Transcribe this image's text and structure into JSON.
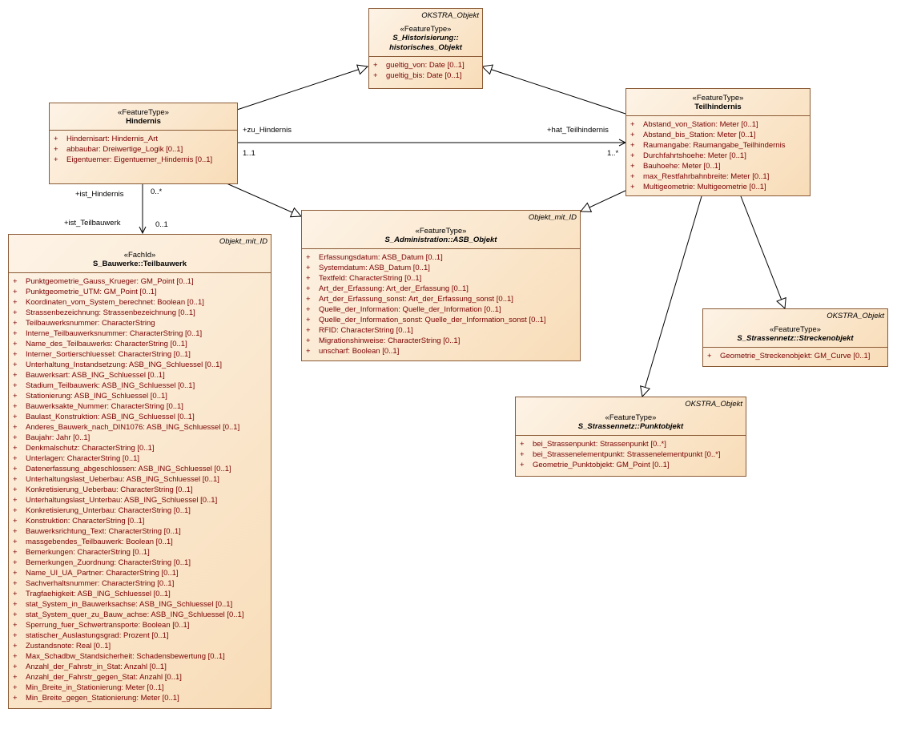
{
  "classes": {
    "hist": {
      "parent": "OKSTRA_Objekt",
      "stereotype": "«FeatureType»",
      "name_line1": "S_Historisierung::",
      "name_line2": "historisches_Objekt",
      "attributes": [
        "gueltig_von: Date [0..1]",
        "gueltig_bis: Date [0..1]"
      ]
    },
    "hindernis": {
      "stereotype": "«FeatureType»",
      "name": "Hindernis",
      "attributes": [
        "Hindernisart: Hindernis_Art",
        "abbaubar: Dreiwertige_Logik [0..1]",
        "Eigentuemer: Eigentuemer_Hindernis [0..1]"
      ]
    },
    "teilhindernis": {
      "stereotype": "«FeatureType»",
      "name": "Teilhindernis",
      "attributes": [
        "Abstand_von_Station: Meter [0..1]",
        "Abstand_bis_Station: Meter [0..1]",
        "Raumangabe: Raumangabe_Teilhindernis",
        "Durchfahrtshoehe: Meter [0..1]",
        "Bauhoehe: Meter [0..1]",
        "max_Restfahrbahnbreite: Meter [0..1]",
        "Multigeometrie: Multigeometrie [0..1]"
      ]
    },
    "asb": {
      "parent": "Objekt_mit_ID",
      "stereotype": "«FeatureType»",
      "name": "S_Administration::ASB_Objekt",
      "attributes": [
        "Erfassungsdatum: ASB_Datum [0..1]",
        "Systemdatum: ASB_Datum [0..1]",
        "Textfeld: CharacterString [0..1]",
        "Art_der_Erfassung: Art_der_Erfassung [0..1]",
        "Art_der_Erfassung_sonst: Art_der_Erfassung_sonst [0..1]",
        "Quelle_der_Information: Quelle_der_Information [0..1]",
        "Quelle_der_Information_sonst: Quelle_der_Information_sonst [0..1]",
        "RFID: CharacterString [0..1]",
        "Migrationshinweise: CharacterString [0..1]",
        "unscharf: Boolean [0..1]"
      ]
    },
    "teilbauwerk": {
      "parent": "Objekt_mit_ID",
      "stereotype": "«FachId»",
      "name": "S_Bauwerke::Teilbauwerk",
      "attributes": [
        "Punktgeometrie_Gauss_Krueger: GM_Point [0..1]",
        "Punktgeometrie_UTM: GM_Point [0..1]",
        "Koordinaten_vom_System_berechnet: Boolean [0..1]",
        "Strassenbezeichnung: Strassenbezeichnung [0..1]",
        "Teilbauwerksnummer: CharacterString",
        "Interne_Teilbauwerksnummer: CharacterString [0..1]",
        "Name_des_Teilbauwerks: CharacterString [0..1]",
        "Interner_Sortierschluessel: CharacterString [0..1]",
        "Unterhaltung_Instandsetzung: ASB_ING_Schluessel [0..1]",
        "Bauwerksart: ASB_ING_Schluessel [0..1]",
        "Stadium_Teilbauwerk: ASB_ING_Schluessel [0..1]",
        "Stationierung: ASB_ING_Schluessel [0..1]",
        "Bauwerksakte_Nummer: CharacterString [0..1]",
        "Baulast_Konstruktion: ASB_ING_Schluessel [0..1]",
        "Anderes_Bauwerk_nach_DIN1076: ASB_ING_Schluessel [0..1]",
        "Baujahr: Jahr [0..1]",
        "Denkmalschutz: CharacterString [0..1]",
        "Unterlagen: CharacterString [0..1]",
        "Datenerfassung_abgeschlossen: ASB_ING_Schluessel [0..1]",
        "Unterhaltungslast_Ueberbau: ASB_ING_Schluessel [0..1]",
        "Konkretisierung_Ueberbau: CharacterString [0..1]",
        "Unterhaltungslast_Unterbau: ASB_ING_Schluessel [0..1]",
        "Konkretisierung_Unterbau: CharacterString [0..1]",
        "Konstruktion: CharacterString [0..1]",
        "Bauwerksrichtung_Text: CharacterString [0..1]",
        "massgebendes_Teilbauwerk: Boolean [0..1]",
        "Bemerkungen: CharacterString [0..1]",
        "Bemerkungen_Zuordnung: CharacterString [0..1]",
        "Name_UI_UA_Partner: CharacterString [0..1]",
        "Sachverhaltsnummer: CharacterString [0..1]",
        "Tragfaehigkeit: ASB_ING_Schluessel [0..1]",
        "stat_System_in_Bauwerksachse: ASB_ING_Schluessel [0..1]",
        "stat_System_quer_zu_Bauw_achse: ASB_ING_Schluessel [0..1]",
        "Sperrung_fuer_Schwertransporte: Boolean [0..1]",
        "statischer_Auslastungsgrad: Prozent [0..1]",
        "Zustandsnote: Real [0..1]",
        "Max_Schadbw_Standsicherheit: Schadensbewertung [0..1]",
        "Anzahl_der_Fahrstr_in_Stat: Anzahl [0..1]",
        "Anzahl_der_Fahrstr_gegen_Stat: Anzahl [0..1]",
        "Min_Breite_in_Stationierung: Meter [0..1]",
        "Min_Breite_gegen_Stationierung: Meter [0..1]"
      ]
    },
    "strecke": {
      "parent": "OKSTRA_Objekt",
      "stereotype": "«FeatureType»",
      "name": "S_Strassennetz::Streckenobjekt",
      "attributes": [
        "Geometrie_Streckenobjekt: GM_Curve [0..1]"
      ]
    },
    "punkt": {
      "parent": "OKSTRA_Objekt",
      "stereotype": "«FeatureType»",
      "name": "S_Strassennetz::Punktobjekt",
      "attributes": [
        "bei_Strassenpunkt: Strassenpunkt [0..*]",
        "bei_Strassenelementpunkt: Strassenelementpunkt [0..*]",
        "Geometrie_Punktobjekt: GM_Point [0..1]"
      ]
    }
  },
  "visibility": "+",
  "associations": {
    "zu_hindernis": "+zu_Hindernis",
    "hat_teilhindernis": "+hat_Teilhindernis",
    "mult_1": "1..1",
    "mult_many": "1..*",
    "ist_hindernis": "+ist_Hindernis",
    "ist_teilbauwerk": "+ist_Teilbauwerk",
    "mult_0many": "0..*",
    "mult_01": "0..1"
  }
}
